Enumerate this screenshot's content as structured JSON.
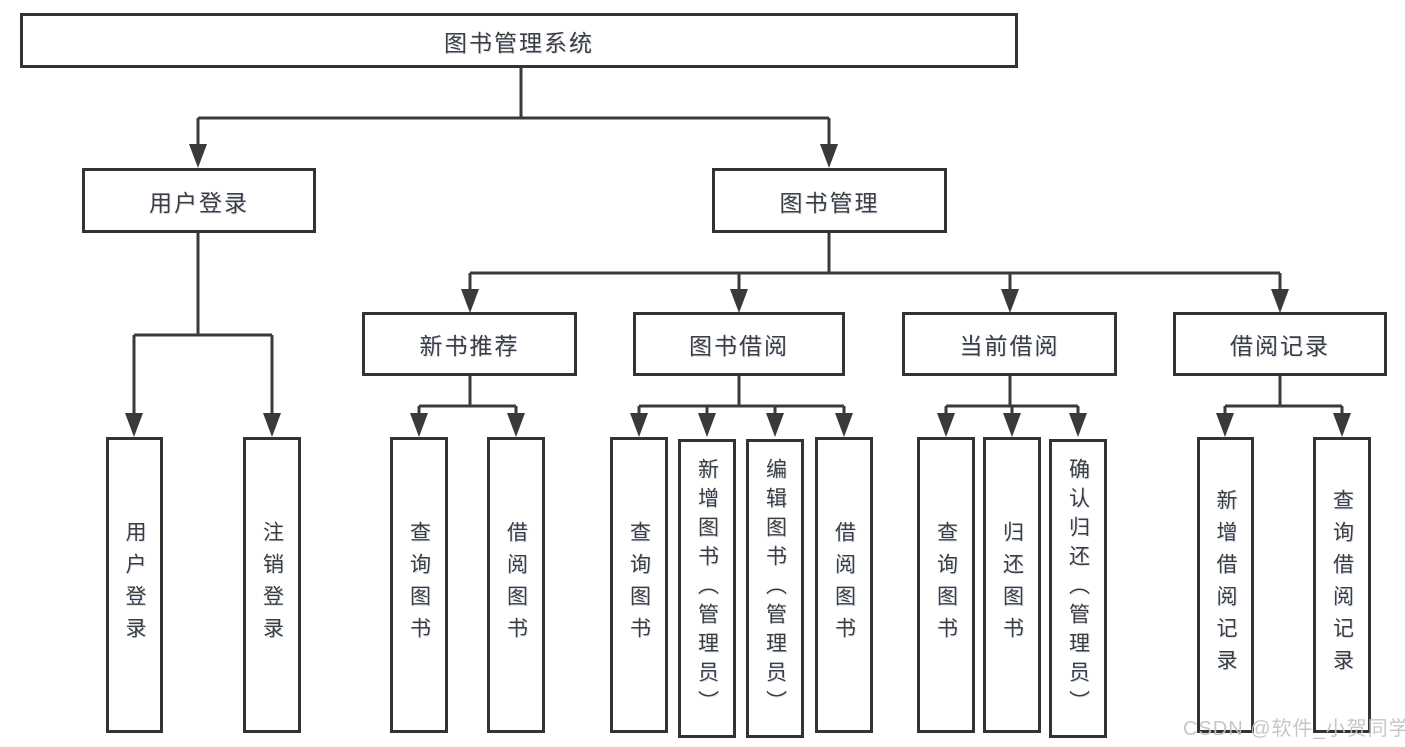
{
  "diagram": {
    "tree": {
      "label": "图书管理系统",
      "children": [
        {
          "label": "用户登录",
          "children": [
            {
              "label": "用户登录"
            },
            {
              "label": "注销登录"
            }
          ]
        },
        {
          "label": "图书管理",
          "children": [
            {
              "label": "新书推荐",
              "children": [
                {
                  "label": "查询图书"
                },
                {
                  "label": "借阅图书"
                }
              ]
            },
            {
              "label": "图书借阅",
              "children": [
                {
                  "label": "查询图书"
                },
                {
                  "label": "新增图书（管理员）"
                },
                {
                  "label": "编辑图书（管理员）"
                },
                {
                  "label": "借阅图书"
                }
              ]
            },
            {
              "label": "当前借阅",
              "children": [
                {
                  "label": "查询图书"
                },
                {
                  "label": "归还图书"
                },
                {
                  "label": "确认归还（管理员）"
                }
              ]
            },
            {
              "label": "借阅记录",
              "children": [
                {
                  "label": "新增借阅记录"
                },
                {
                  "label": "查询借阅记录"
                }
              ]
            }
          ]
        }
      ]
    },
    "colors": {
      "line": "#3a3a3a",
      "box_border": "#333333",
      "text": "#3d3d3d",
      "watermark": "#c3c3c3",
      "background": "#ffffff"
    }
  },
  "watermark": "CSDN @软件_小贺同学"
}
